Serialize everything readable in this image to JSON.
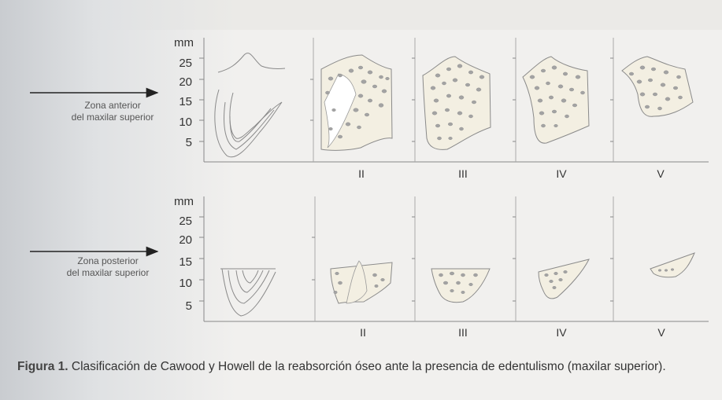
{
  "top_panel": {
    "unit": "mm",
    "y_ticks": [
      "25",
      "20",
      "15",
      "10",
      "5"
    ],
    "zone_label_line1": "Zona anterior",
    "zone_label_line2": "del maxilar superior",
    "classes": [
      "II",
      "III",
      "IV",
      "V"
    ]
  },
  "bottom_panel": {
    "unit": "mm",
    "y_ticks": [
      "25",
      "20",
      "15",
      "10",
      "5"
    ],
    "zone_label_line1": "Zona posterior",
    "zone_label_line2": "del maxilar superior",
    "classes": [
      "II",
      "III",
      "IV",
      "V"
    ]
  },
  "caption": {
    "prefix": "Figura 1.",
    "text": " Clasificación de Cawood y Howell de la reabsorción óseo ante la presencia de edentulismo (maxilar superior)."
  },
  "colors": {
    "line": "#8a8a8a",
    "bone_fill": "#f3efe2",
    "granule": "#9c9c9c",
    "arrow": "#222222"
  }
}
